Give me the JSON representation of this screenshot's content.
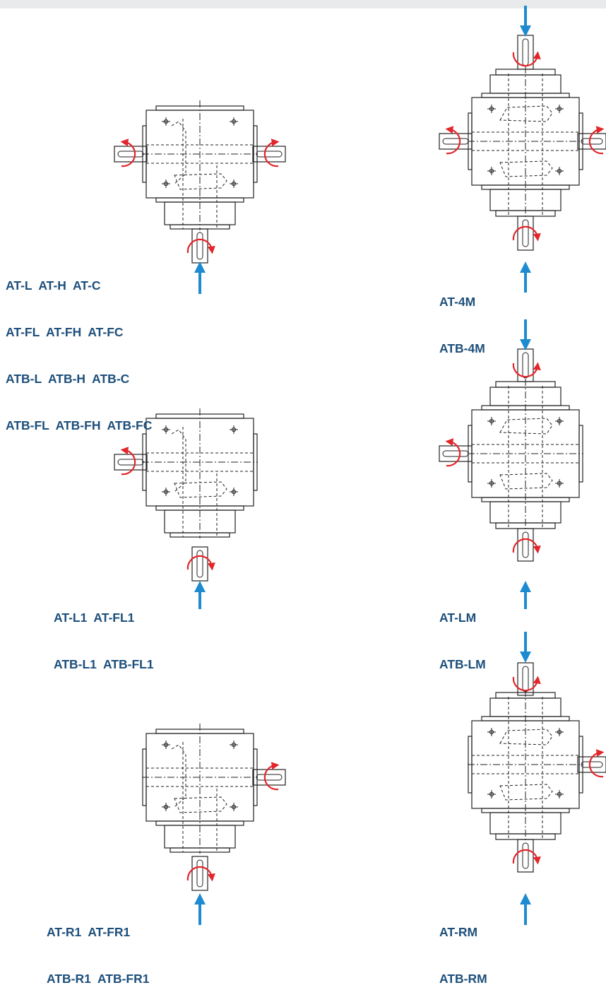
{
  "colors": {
    "label": "#1d4f7b",
    "input_arrow": "#1e8bd0",
    "rotation_arrow": "#e2262b",
    "drawing_line": "#222222",
    "top_bar": "#e9eaec"
  },
  "diagrams": [
    {
      "id": "t-both",
      "config": "Left and right output shafts, bottom input shaft",
      "labels": [
        "AT-L  AT-H  AT-C",
        "AT-FL  AT-FH  AT-FC",
        "ATB-L  ATB-H  ATB-C",
        "ATB-FL  ATB-FH  ATB-FC"
      ]
    },
    {
      "id": "cross-4m",
      "config": "Four shafts, input from top and bottom",
      "labels": [
        "AT-4M",
        "ATB-4M"
      ]
    },
    {
      "id": "t-left",
      "config": "Left output shaft, bottom input shaft",
      "labels": [
        "AT-L1  AT-FL1",
        "ATB-L1  ATB-FL1"
      ]
    },
    {
      "id": "cross-lm",
      "config": "Left output shaft, input from top and bottom",
      "labels": [
        "AT-LM",
        "ATB-LM"
      ]
    },
    {
      "id": "t-right",
      "config": "Right output shaft, bottom input shaft",
      "labels": [
        "AT-R1  AT-FR1",
        "ATB-R1  ATB-FR1"
      ]
    },
    {
      "id": "cross-rm",
      "config": "Right output shaft, input from top and bottom",
      "labels": [
        "AT-RM",
        "ATB-RM"
      ]
    }
  ]
}
